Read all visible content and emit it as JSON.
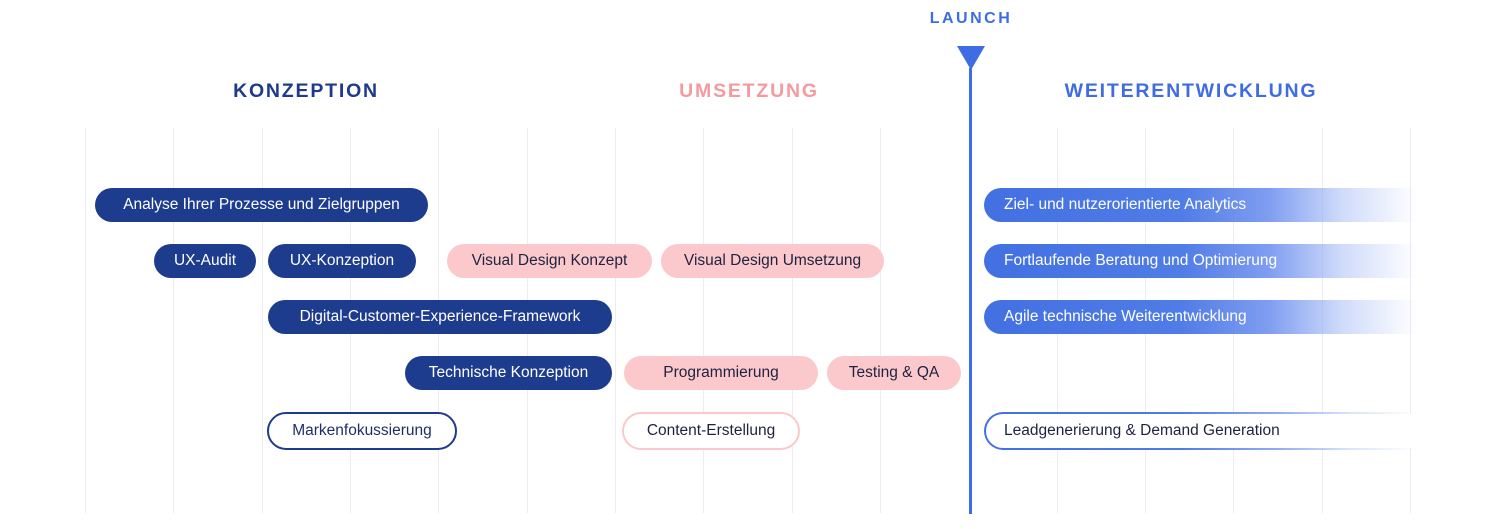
{
  "launch": {
    "label": "LAUNCH"
  },
  "phases": {
    "konzeption": {
      "title": "KONZEPTION",
      "items": [
        {
          "label": "Analyse Ihrer Prozesse und Zielgruppen",
          "style": "navy-filled"
        },
        {
          "label": "UX-Audit",
          "style": "navy-filled"
        },
        {
          "label": "UX-Konzeption",
          "style": "navy-filled"
        },
        {
          "label": "Digital-Customer-Experience-Framework",
          "style": "navy-filled"
        },
        {
          "label": "Technische Konzeption",
          "style": "navy-filled"
        },
        {
          "label": "Markenfokussierung",
          "style": "navy-outline"
        }
      ]
    },
    "umsetzung": {
      "title": "UMSETZUNG",
      "items": [
        {
          "label": "Visual Design Konzept",
          "style": "pink-filled"
        },
        {
          "label": "Visual Design Umsetzung",
          "style": "pink-filled"
        },
        {
          "label": "Programmierung",
          "style": "pink-filled"
        },
        {
          "label": "Testing & QA",
          "style": "pink-filled"
        },
        {
          "label": "Content-Erstellung",
          "style": "pink-outline"
        }
      ]
    },
    "weiterentwicklung": {
      "title": "WEITERENTWICKLUNG",
      "items": [
        {
          "label": "Ziel- und nutzerorientierte Analytics",
          "style": "blue-fade"
        },
        {
          "label": "Fortlaufende Beratung und Optimierung",
          "style": "blue-fade"
        },
        {
          "label": "Agile technische Weiterentwicklung",
          "style": "blue-fade"
        },
        {
          "label": "Leadgenerierung & Demand Generation",
          "style": "blue-fade-outline"
        }
      ]
    }
  },
  "colors": {
    "navy": "#1e3c8d",
    "pink": "#fbc9cb",
    "pink_title": "#f59a9e",
    "blue": "#3e6ce2",
    "dark_text": "#1e2240",
    "gridline": "#ececf2"
  }
}
